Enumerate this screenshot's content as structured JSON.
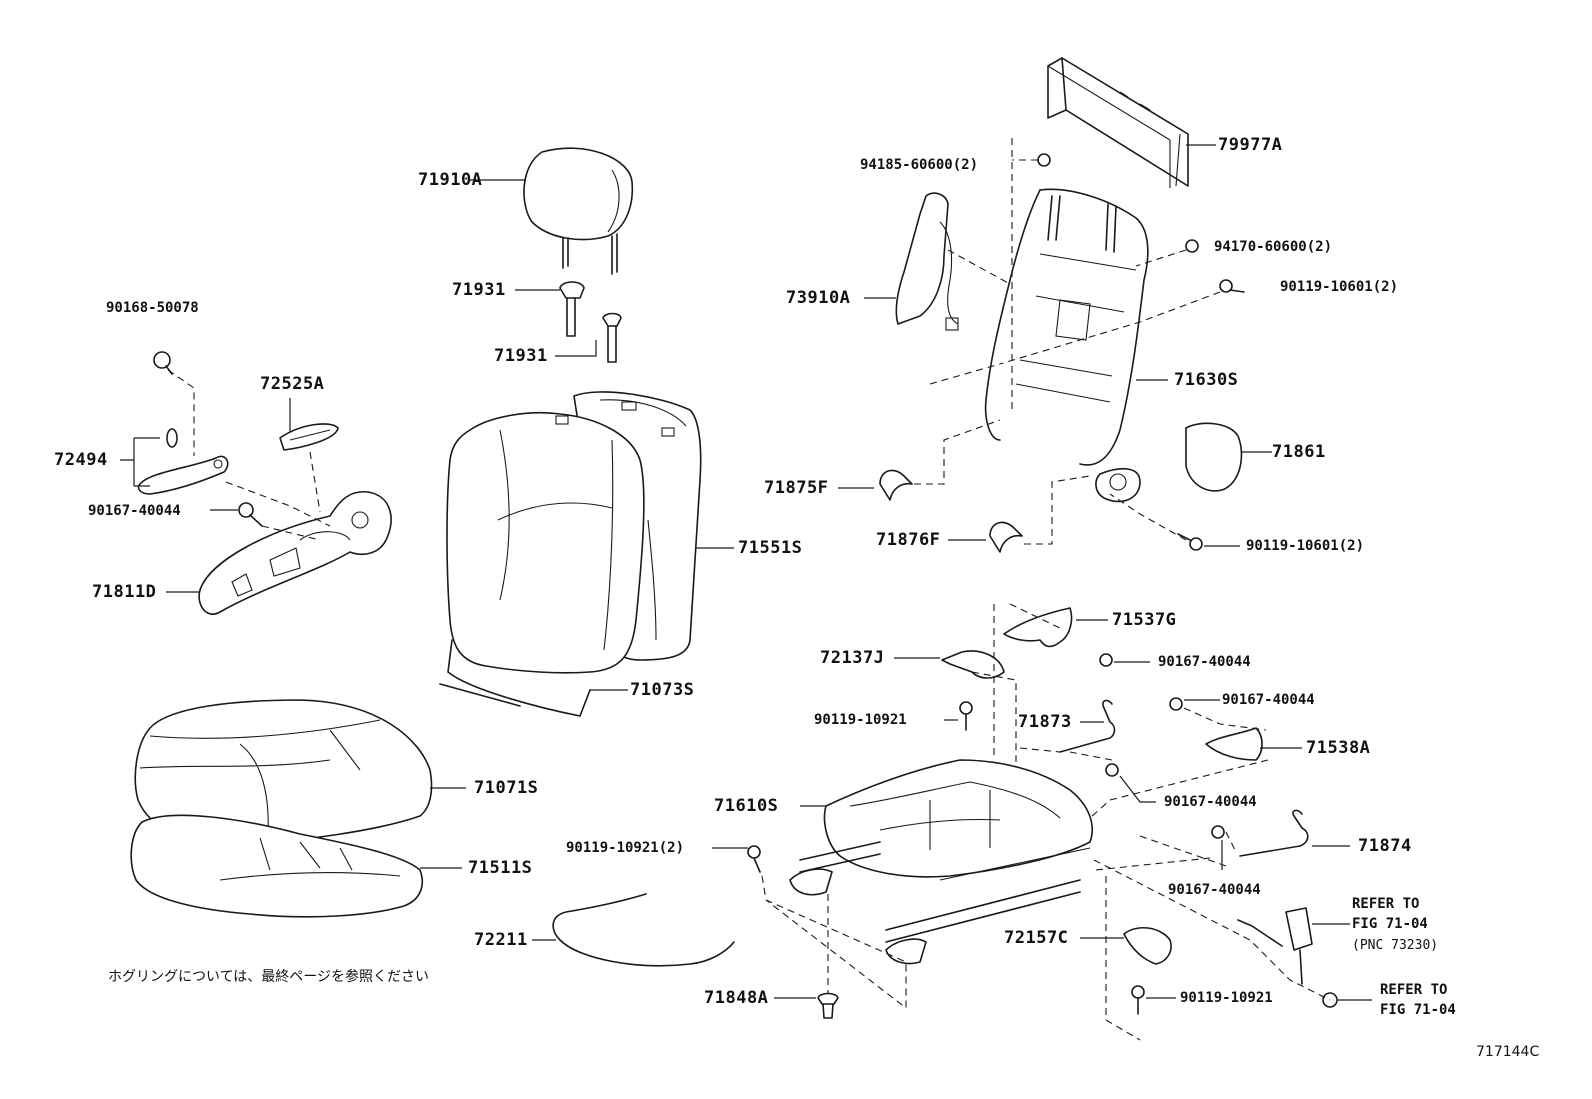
{
  "labels": {
    "p79977A": "79977A",
    "p94185": "94185-60600(2)",
    "p71910A": "71910A",
    "p94170": "94170-60600(2)",
    "p90119_10601_top": "90119-10601(2)",
    "p73910A": "73910A",
    "p71931_a": "71931",
    "p71931_b": "71931",
    "p90168": "90168-50078",
    "p72525A": "72525A",
    "p71630S": "71630S",
    "p72494": "72494",
    "p71861": "71861",
    "p71875F": "71875F",
    "p90167_left": "90167-40044",
    "p71876F": "71876F",
    "p90119_10601_bot": "90119-10601(2)",
    "p71551S": "71551S",
    "p71811D": "71811D",
    "p71537G": "71537G",
    "p72137J": "72137J",
    "p90167_a": "90167-40044",
    "p71073S": "71073S",
    "p90167_b": "90167-40044",
    "p90119_10921_a": "90119-10921",
    "p71873": "71873",
    "p71538A": "71538A",
    "p71610S": "71610S",
    "p71071S": "71071S",
    "p90167_c": "90167-40044",
    "p90119_10921_2": "90119-10921(2)",
    "p71874": "71874",
    "p71511S": "71511S",
    "p90167_d": "90167-40044",
    "p72211": "72211",
    "p72157C": "72157C",
    "p71848A": "71848A",
    "p90119_10921_b": "90119-10921",
    "refer1_line1": "REFER TO",
    "refer1_line2": "FIG 71-04",
    "refer1_pnc": "(PNC 73230)",
    "refer2_line1": "REFER TO",
    "refer2_line2": "FIG 71-04"
  },
  "note": "ホグリングについては、最終ページを参照ください",
  "diagram_code": "717144C"
}
